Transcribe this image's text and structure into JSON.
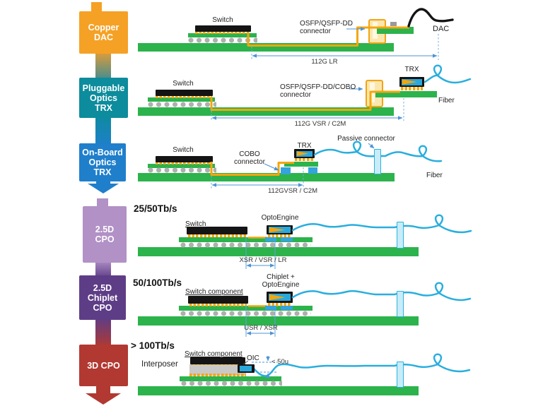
{
  "stages": [
    {
      "id": "copper-dac",
      "label": "Copper\nDAC",
      "color": "#F5A125"
    },
    {
      "id": "pluggable-optics-trx",
      "label": "Pluggable\nOptics\nTRX",
      "color": "#0C8C9C"
    },
    {
      "id": "onboard-optics-trx",
      "label": "On-Board\nOptics\nTRX",
      "color": "#1F7FCB"
    },
    {
      "id": "cpo-25d",
      "label": "2.5D\nCPO",
      "color": "#B191C6"
    },
    {
      "id": "cpo-25d-chiplet",
      "label": "2.5D\nChiplet\nCPO",
      "color": "#5E3D87"
    },
    {
      "id": "cpo-3d",
      "label": "3D CPO",
      "color": "#B13931"
    }
  ],
  "row1": {
    "switch": "Switch",
    "connector": "OSFP/QSFP-DD\nconnector",
    "cable": "DAC",
    "link": "112G LR"
  },
  "row2": {
    "switch": "Switch",
    "connector": "OSFP/QSFP-DD/COBO\nconnector",
    "module": "TRX",
    "fiber": "Fiber",
    "link": "112G VSR / C2M"
  },
  "row3": {
    "switch": "Switch",
    "connector": "COBO\nconnector",
    "module": "TRX",
    "passive_connector": "Passive connector",
    "fiber": "Fiber",
    "link": "112GVSR / C2M"
  },
  "row4": {
    "rate": "25/50Tb/s",
    "switch": "Switch",
    "engine": "OptoEngine",
    "link": "XSR / VSR / LR"
  },
  "row5": {
    "rate": "50/100Tb/s",
    "switch": "Switch component",
    "engine": "Chiplet +\nOptoEngine",
    "link": "USR / XSR"
  },
  "row6": {
    "rate": "> 100Tb/s",
    "switch": "Switch component",
    "interposer": "Interposer",
    "oic": "OIC",
    "gap": "< 50u"
  },
  "colors": {
    "pcb_green": "#2CB34C",
    "trace_yellow": "#F4A60B",
    "fiber_cyan": "#29AEDE",
    "annotation_blue": "#4D94D6",
    "connector_fill": "#FBE7AE",
    "passive_connector_fill": "#C8ECF8",
    "interposer_gray": "#C9C9C9"
  }
}
